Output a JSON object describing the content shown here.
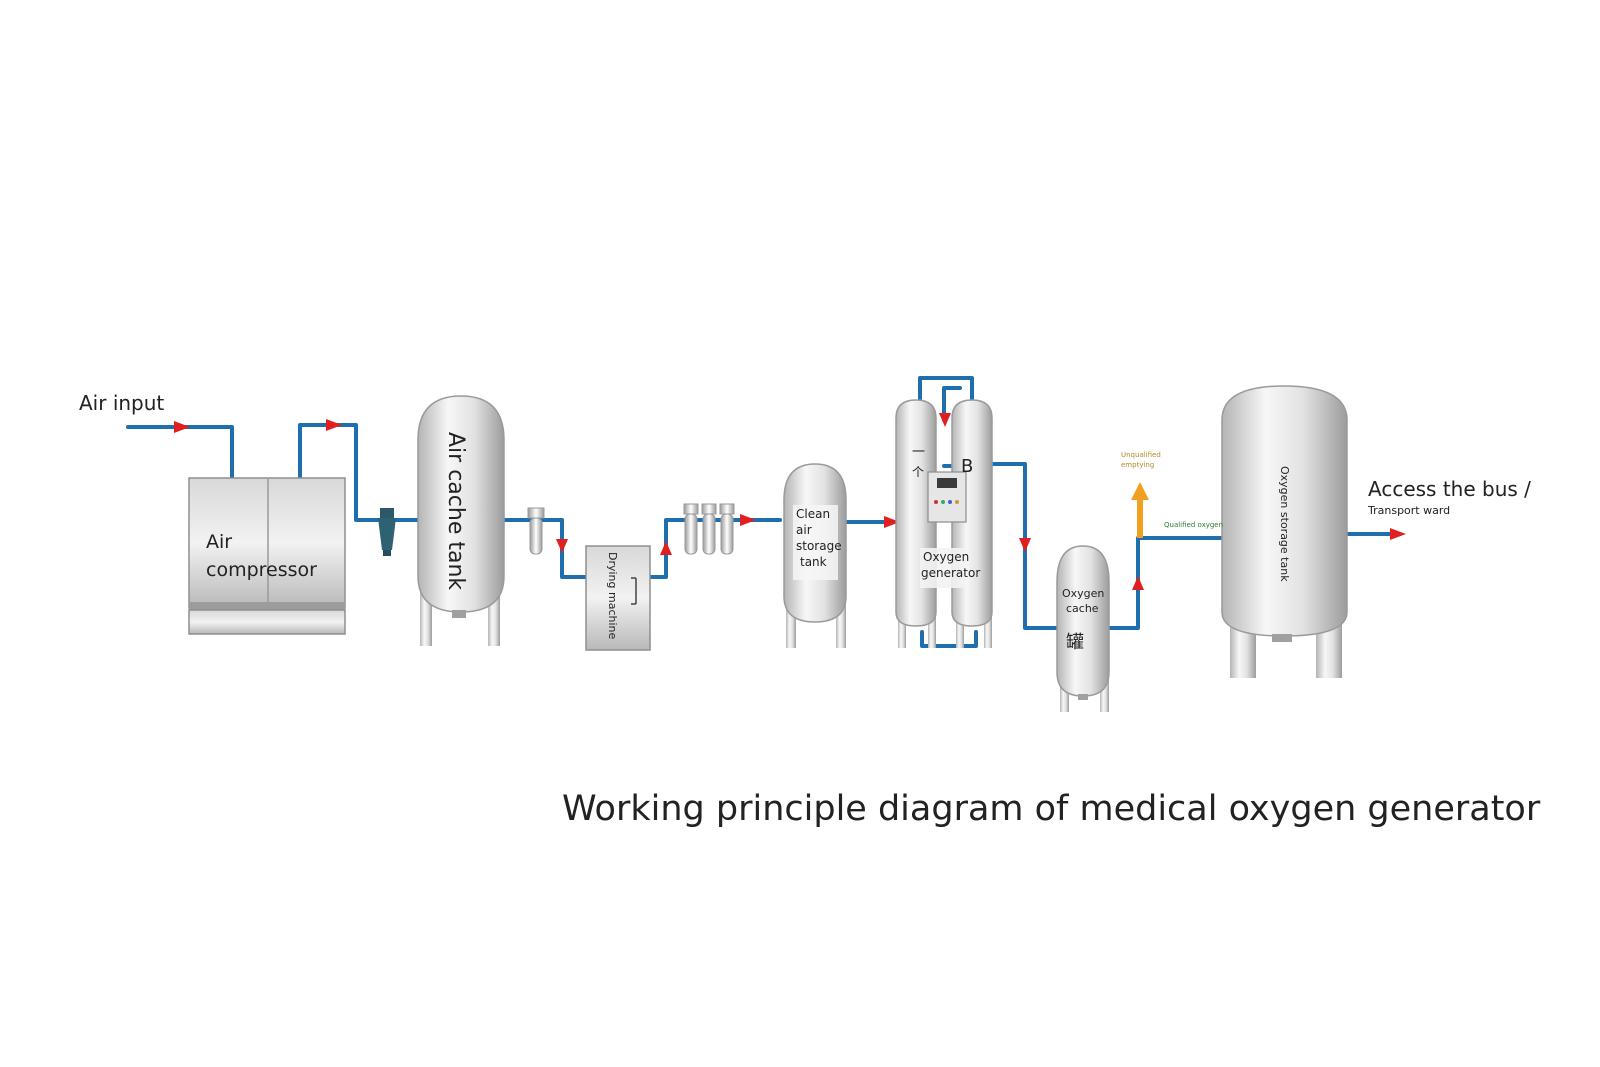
{
  "labels": {
    "air_input": "Air input",
    "air_compressor_line1": "Air",
    "air_compressor_line2": "compressor",
    "air_cache_tank": "Air cache tank",
    "drying_machine": "Drying machine",
    "clean_air_line1": "Clean",
    "clean_air_line2": "air",
    "clean_air_line3": "storage",
    "clean_air_line4": "tank",
    "oxygen_generator_line1": "Oxygen",
    "oxygen_generator_line2": "generator",
    "mark_a": "一",
    "mark_arrow": "个",
    "mark_b": "B",
    "oxygen_cache_line1": "Oxygen",
    "oxygen_cache_line2": "cache",
    "oxygen_cache_line3": "罐",
    "unqualified_line1": "Unqualified",
    "unqualified_line2": "emptying",
    "qualified_oxygen": "Qualified oxygen",
    "oxygen_storage_tank": "Oxygen storage tank",
    "access_bus": "Access the bus /",
    "transport_ward": "Transport ward",
    "title": "Working principle diagram of medical oxygen generator"
  },
  "colors": {
    "pipe": "#1f6fae",
    "flow_arrow": "#e02020",
    "vent_arrow": "#f0a020",
    "unqualified_text": "#b58a2a",
    "qualified_text": "#2e7d32",
    "metal_light": "#f4f4f4",
    "metal_dark": "#a8a8a8"
  }
}
